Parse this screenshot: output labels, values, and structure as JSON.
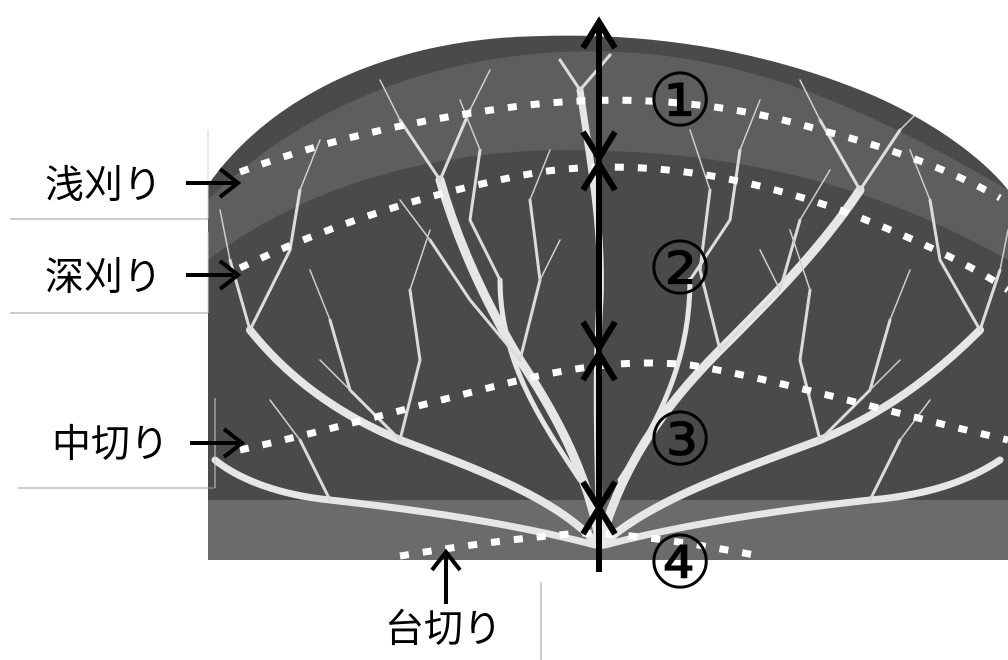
{
  "cut_labels": {
    "shallow": "浅刈り",
    "deep": "深刈り",
    "medium": "中切り",
    "base": "台切り"
  },
  "zone_numbers": [
    "①",
    "②",
    "③",
    "④"
  ],
  "photo": {
    "background_color": "#4a4a4a",
    "branch_color": "#e6e6e6"
  }
}
